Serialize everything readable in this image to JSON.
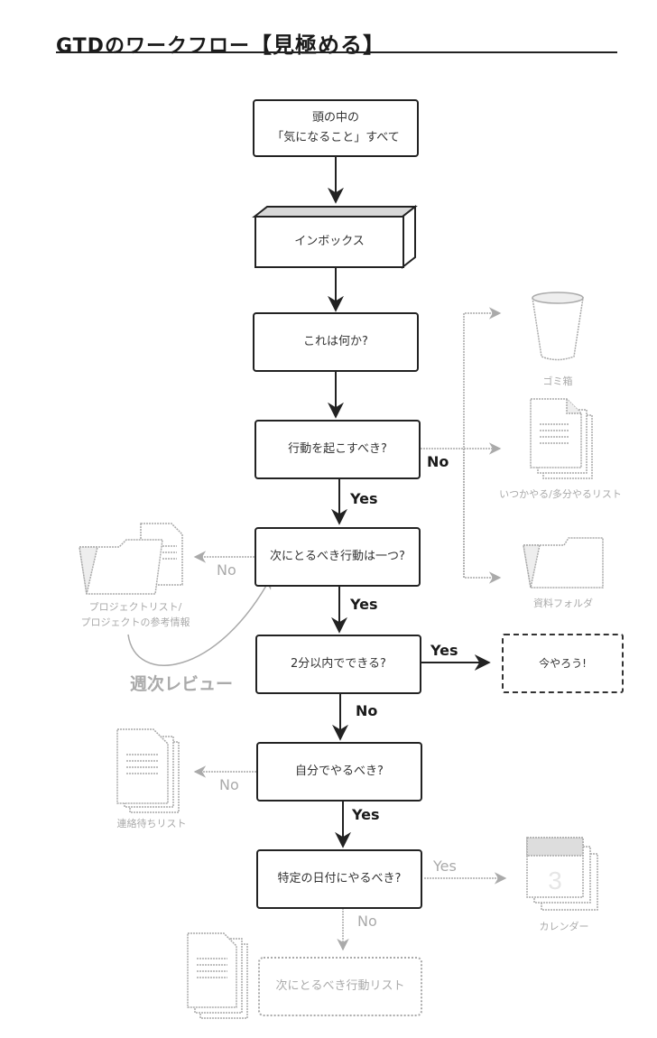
{
  "header": {
    "title_prefix": "GTDのワークフロー",
    "title_emphasis": "【見極める】"
  },
  "nodes": {
    "stuff": {
      "line1": "頭の中の",
      "line2": "「気になること」すべて"
    },
    "inbox": "インボックス",
    "what_is_it": "これは何か?",
    "actionable": "行動を起こすべき?",
    "single_action": "次にとるべき行動は一つ?",
    "two_minutes": "2分以内でできる?",
    "do_it_now": "今やろう!",
    "do_yourself": "自分でやるべき?",
    "specific_date": "特定の日付にやるべき?",
    "next_actions_list": "次にとるべき行動リスト"
  },
  "destinations": {
    "trash": "ゴミ箱",
    "someday_maybe": "いつかやる/多分やるリスト",
    "reference_folder": "資料フォルダ",
    "projects": {
      "line1": "プロジェクトリスト/",
      "line2": "プロジェクトの参考情報"
    },
    "waiting_for": "連絡待ちリスト",
    "calendar": "カレンダー"
  },
  "edge_labels": {
    "actionable_no": "No",
    "actionable_yes": "Yes",
    "single_no": "No",
    "single_yes": "Yes",
    "two_min_yes": "Yes",
    "two_min_no": "No",
    "yourself_no": "No",
    "yourself_yes": "Yes",
    "date_yes": "Yes",
    "date_no": "No"
  },
  "weekly_review": "週次レビュー",
  "colors": {
    "primary_line": "#222222",
    "faded_line": "#aaaaaa"
  }
}
